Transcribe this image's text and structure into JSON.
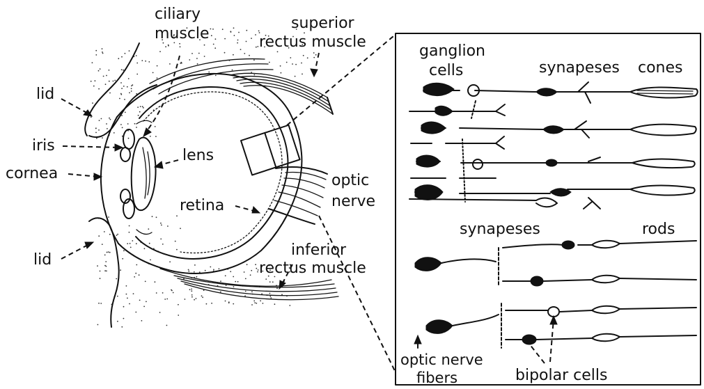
{
  "labels": {
    "ciliary_muscle": [
      "ciliary",
      "muscle"
    ],
    "superior_rectus": [
      "superior",
      "rectus muscle"
    ],
    "lid_top": "lid",
    "iris": "iris",
    "lens": "lens",
    "cornea": "cornea",
    "optic_nerve": [
      "optic",
      "nerve"
    ],
    "retina": "retina",
    "lid_bottom": "lid",
    "inferior_rectus": [
      "inferior",
      "rectus muscle"
    ],
    "ganglion_cells": [
      "ganglion",
      "cells"
    ],
    "synapses_top": "synapeses",
    "cones": "cones",
    "synapses_mid": "synapeses",
    "rods": "rods",
    "optic_nerve_fibers": [
      "optic nerve",
      "fibers"
    ],
    "bipolar_cells": "bipolar cells"
  }
}
